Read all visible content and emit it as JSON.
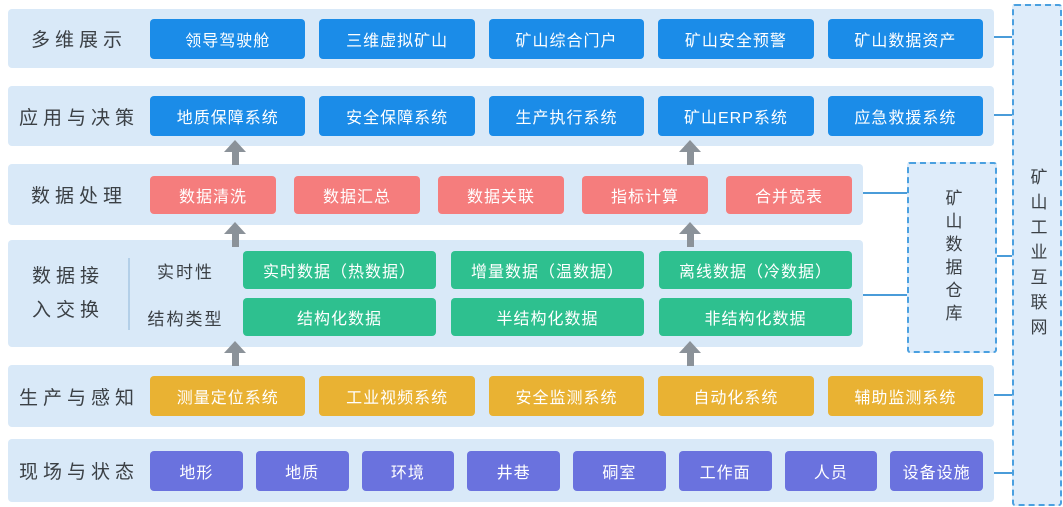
{
  "palette": {
    "band_bg": "#d9e9f8",
    "box_bg": "#deecfa",
    "blue": "#1b8ce8",
    "red": "#f57d7d",
    "green": "#2ec08f",
    "yellow": "#e9b233",
    "purple": "#6a72de",
    "arrow": "#8b9299",
    "line": "#4a9cd9",
    "dashed": "#4aa0e0",
    "text_dark": "#3b4045"
  },
  "rows": [
    {
      "id": "multidim-display",
      "label": "多维展示",
      "color": "blue",
      "buttons": [
        "领导驾驶舱",
        "三维虚拟矿山",
        "矿山综合门户",
        "矿山安全预警",
        "矿山数据资产"
      ]
    },
    {
      "id": "application-decision",
      "label": "应用与决策",
      "color": "blue",
      "buttons": [
        "地质保障系统",
        "安全保障系统",
        "生产执行系统",
        "矿山ERP系统",
        "应急救援系统"
      ]
    },
    {
      "id": "data-processing",
      "label": "数据处理",
      "color": "red",
      "buttons": [
        "数据清洗",
        "数据汇总",
        "数据关联",
        "指标计算",
        "合并宽表"
      ]
    },
    {
      "id": "data-access-exchange",
      "label_line1": "数据接",
      "label_line2": "入交换",
      "color": "green",
      "groups": [
        {
          "label": "实时性",
          "buttons": [
            "实时数据（热数据）",
            "增量数据（温数据）",
            "离线数据（冷数据）"
          ]
        },
        {
          "label": "结构类型",
          "buttons": [
            "结构化数据",
            "半结构化数据",
            "非结构化数据"
          ]
        }
      ]
    },
    {
      "id": "production-sensing",
      "label": "生产与感知",
      "color": "yellow",
      "buttons": [
        "测量定位系统",
        "工业视频系统",
        "安全监测系统",
        "自动化系统",
        "辅助监测系统"
      ]
    },
    {
      "id": "site-status",
      "label": "现场与状态",
      "color": "purple",
      "buttons": [
        "地形",
        "地质",
        "环境",
        "井巷",
        "硐室",
        "工作面",
        "人员",
        "设备设施"
      ]
    }
  ],
  "side": {
    "warehouse": "矿山数据仓库",
    "network": "矿山工业互联网"
  }
}
